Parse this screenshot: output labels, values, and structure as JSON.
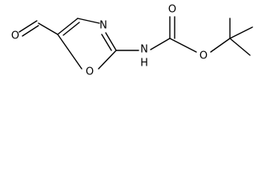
{
  "structure": {
    "atoms": [
      {
        "id": "o-aldehyde",
        "label": "O"
      },
      {
        "id": "n-ring",
        "label": "N"
      },
      {
        "id": "o-ring",
        "label": "O"
      },
      {
        "id": "n-amide",
        "label": "N"
      },
      {
        "id": "h-amide",
        "label": "H"
      },
      {
        "id": "o-carbonyl",
        "label": "O"
      },
      {
        "id": "o-ester",
        "label": "O"
      }
    ]
  },
  "colors": {
    "ink": "#000000",
    "background": "#ffffff"
  }
}
